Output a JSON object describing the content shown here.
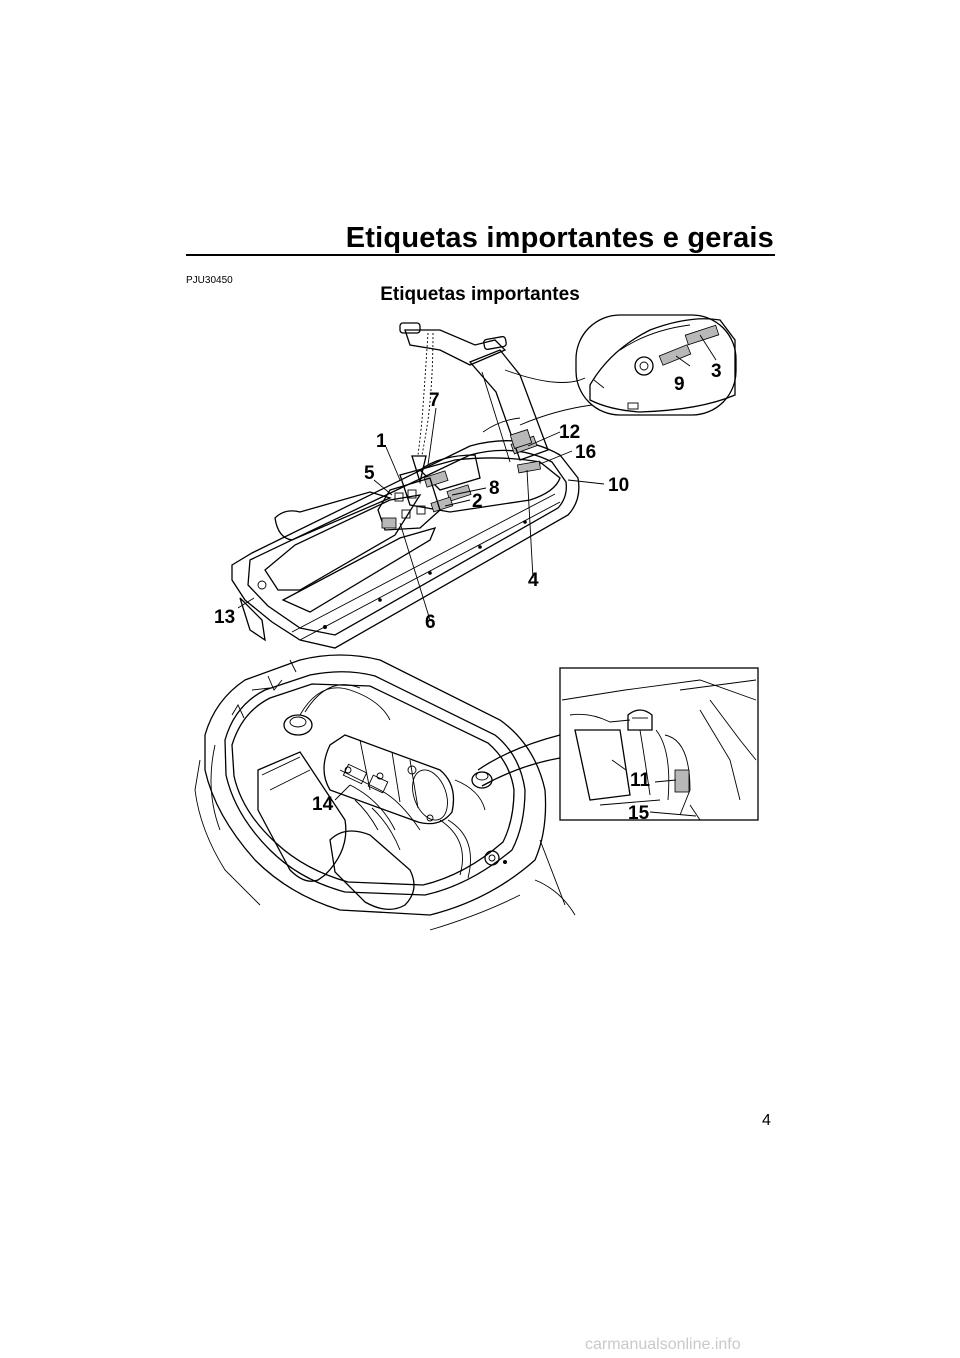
{
  "header": {
    "title": "Etiquetas importantes e gerais"
  },
  "ref_code": "PJU30450",
  "section": {
    "heading": "Etiquetas importantes"
  },
  "figure_top": {
    "callouts": {
      "c1": "1",
      "c2": "2",
      "c3": "3",
      "c4": "4",
      "c5": "5",
      "c6": "6",
      "c7": "7",
      "c8": "8",
      "c9": "9",
      "c10": "10",
      "c12": "12",
      "c13": "13",
      "c16": "16"
    }
  },
  "figure_bottom": {
    "callouts": {
      "c11": "11",
      "c14": "14",
      "c15": "15"
    }
  },
  "page_number": "4",
  "watermark": "carmanualsonline.info",
  "icons": [
    "watercraft-illustration",
    "engine-compartment-illustration",
    "detail-inset"
  ]
}
